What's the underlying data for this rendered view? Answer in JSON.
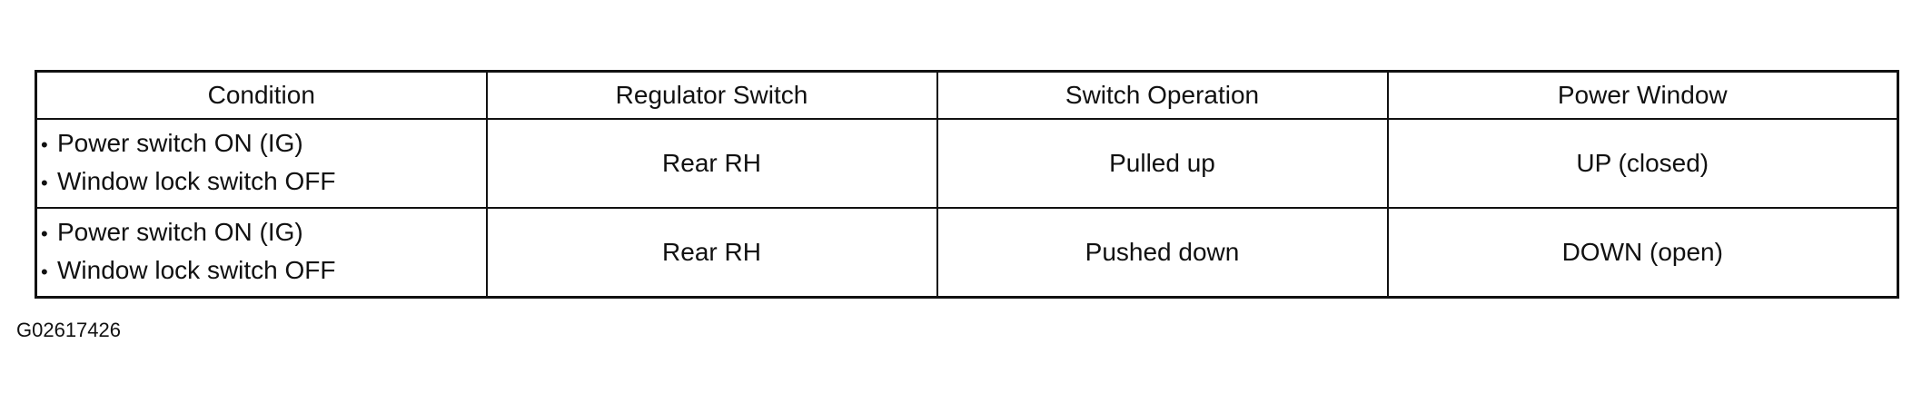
{
  "table": {
    "headers": [
      "Condition",
      "Regulator Switch",
      "Switch Operation",
      "Power Window"
    ],
    "rows": [
      {
        "condition": [
          "Power switch ON (IG)",
          "Window lock switch OFF"
        ],
        "regulator_switch": "Rear RH",
        "switch_operation": "Pulled up",
        "power_window": "UP (closed)"
      },
      {
        "condition": [
          "Power switch ON (IG)",
          "Window lock switch OFF"
        ],
        "regulator_switch": "Rear RH",
        "switch_operation": "Pushed down",
        "power_window": "DOWN (open)"
      }
    ]
  },
  "bullet_glyph": "•",
  "figure_id": "G02617426"
}
